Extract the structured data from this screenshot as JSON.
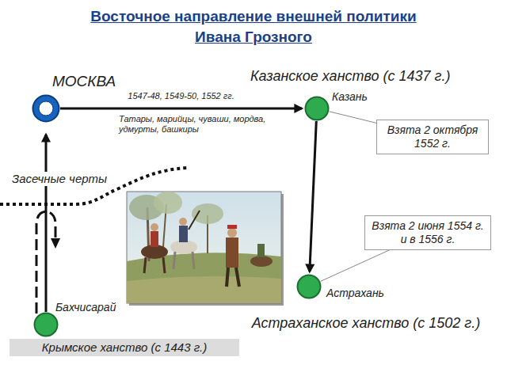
{
  "diagram": {
    "title": "Восточное направление внешней политики Ивана Грозного",
    "nodes": [
      {
        "text": [
          "МОСКВА"
        ]
      },
      {
        "text": [
          "Казанское ханство (с 1437 г.)",
          "Казань"
        ]
      },
      {
        "text": [
          "Взята 2 октября 1552 г."
        ]
      },
      {
        "text": [
          "Взята 2 июня 1554 г. и в 1556 г."
        ]
      },
      {
        "text": [
          "Астрахань",
          "Астраханское ханство (с 1502 г.)"
        ]
      },
      {
        "text": [
          "Бахчисарай"
        ]
      },
      {
        "text": [
          "Крымское ханство (с 1443 г.)"
        ]
      }
    ],
    "edges": [
      {
        "from": 0,
        "to": 1,
        "label": "1547-48, 1549-50, 1552 гг.",
        "arrow": "to"
      },
      {
        "from": 1,
        "to": 4,
        "arrow": "to"
      },
      {
        "from": 5,
        "to": 0,
        "arrow": "to"
      },
      {
        "from": 2,
        "to": 1,
        "arrow": "none"
      },
      {
        "from": 3,
        "to": 4,
        "arrow": "none"
      }
    ],
    "labels": [
      "Татары, марийцы, чуваши, мордва, удмурты, башкиры",
      "Засечные черты"
    ]
  }
}
